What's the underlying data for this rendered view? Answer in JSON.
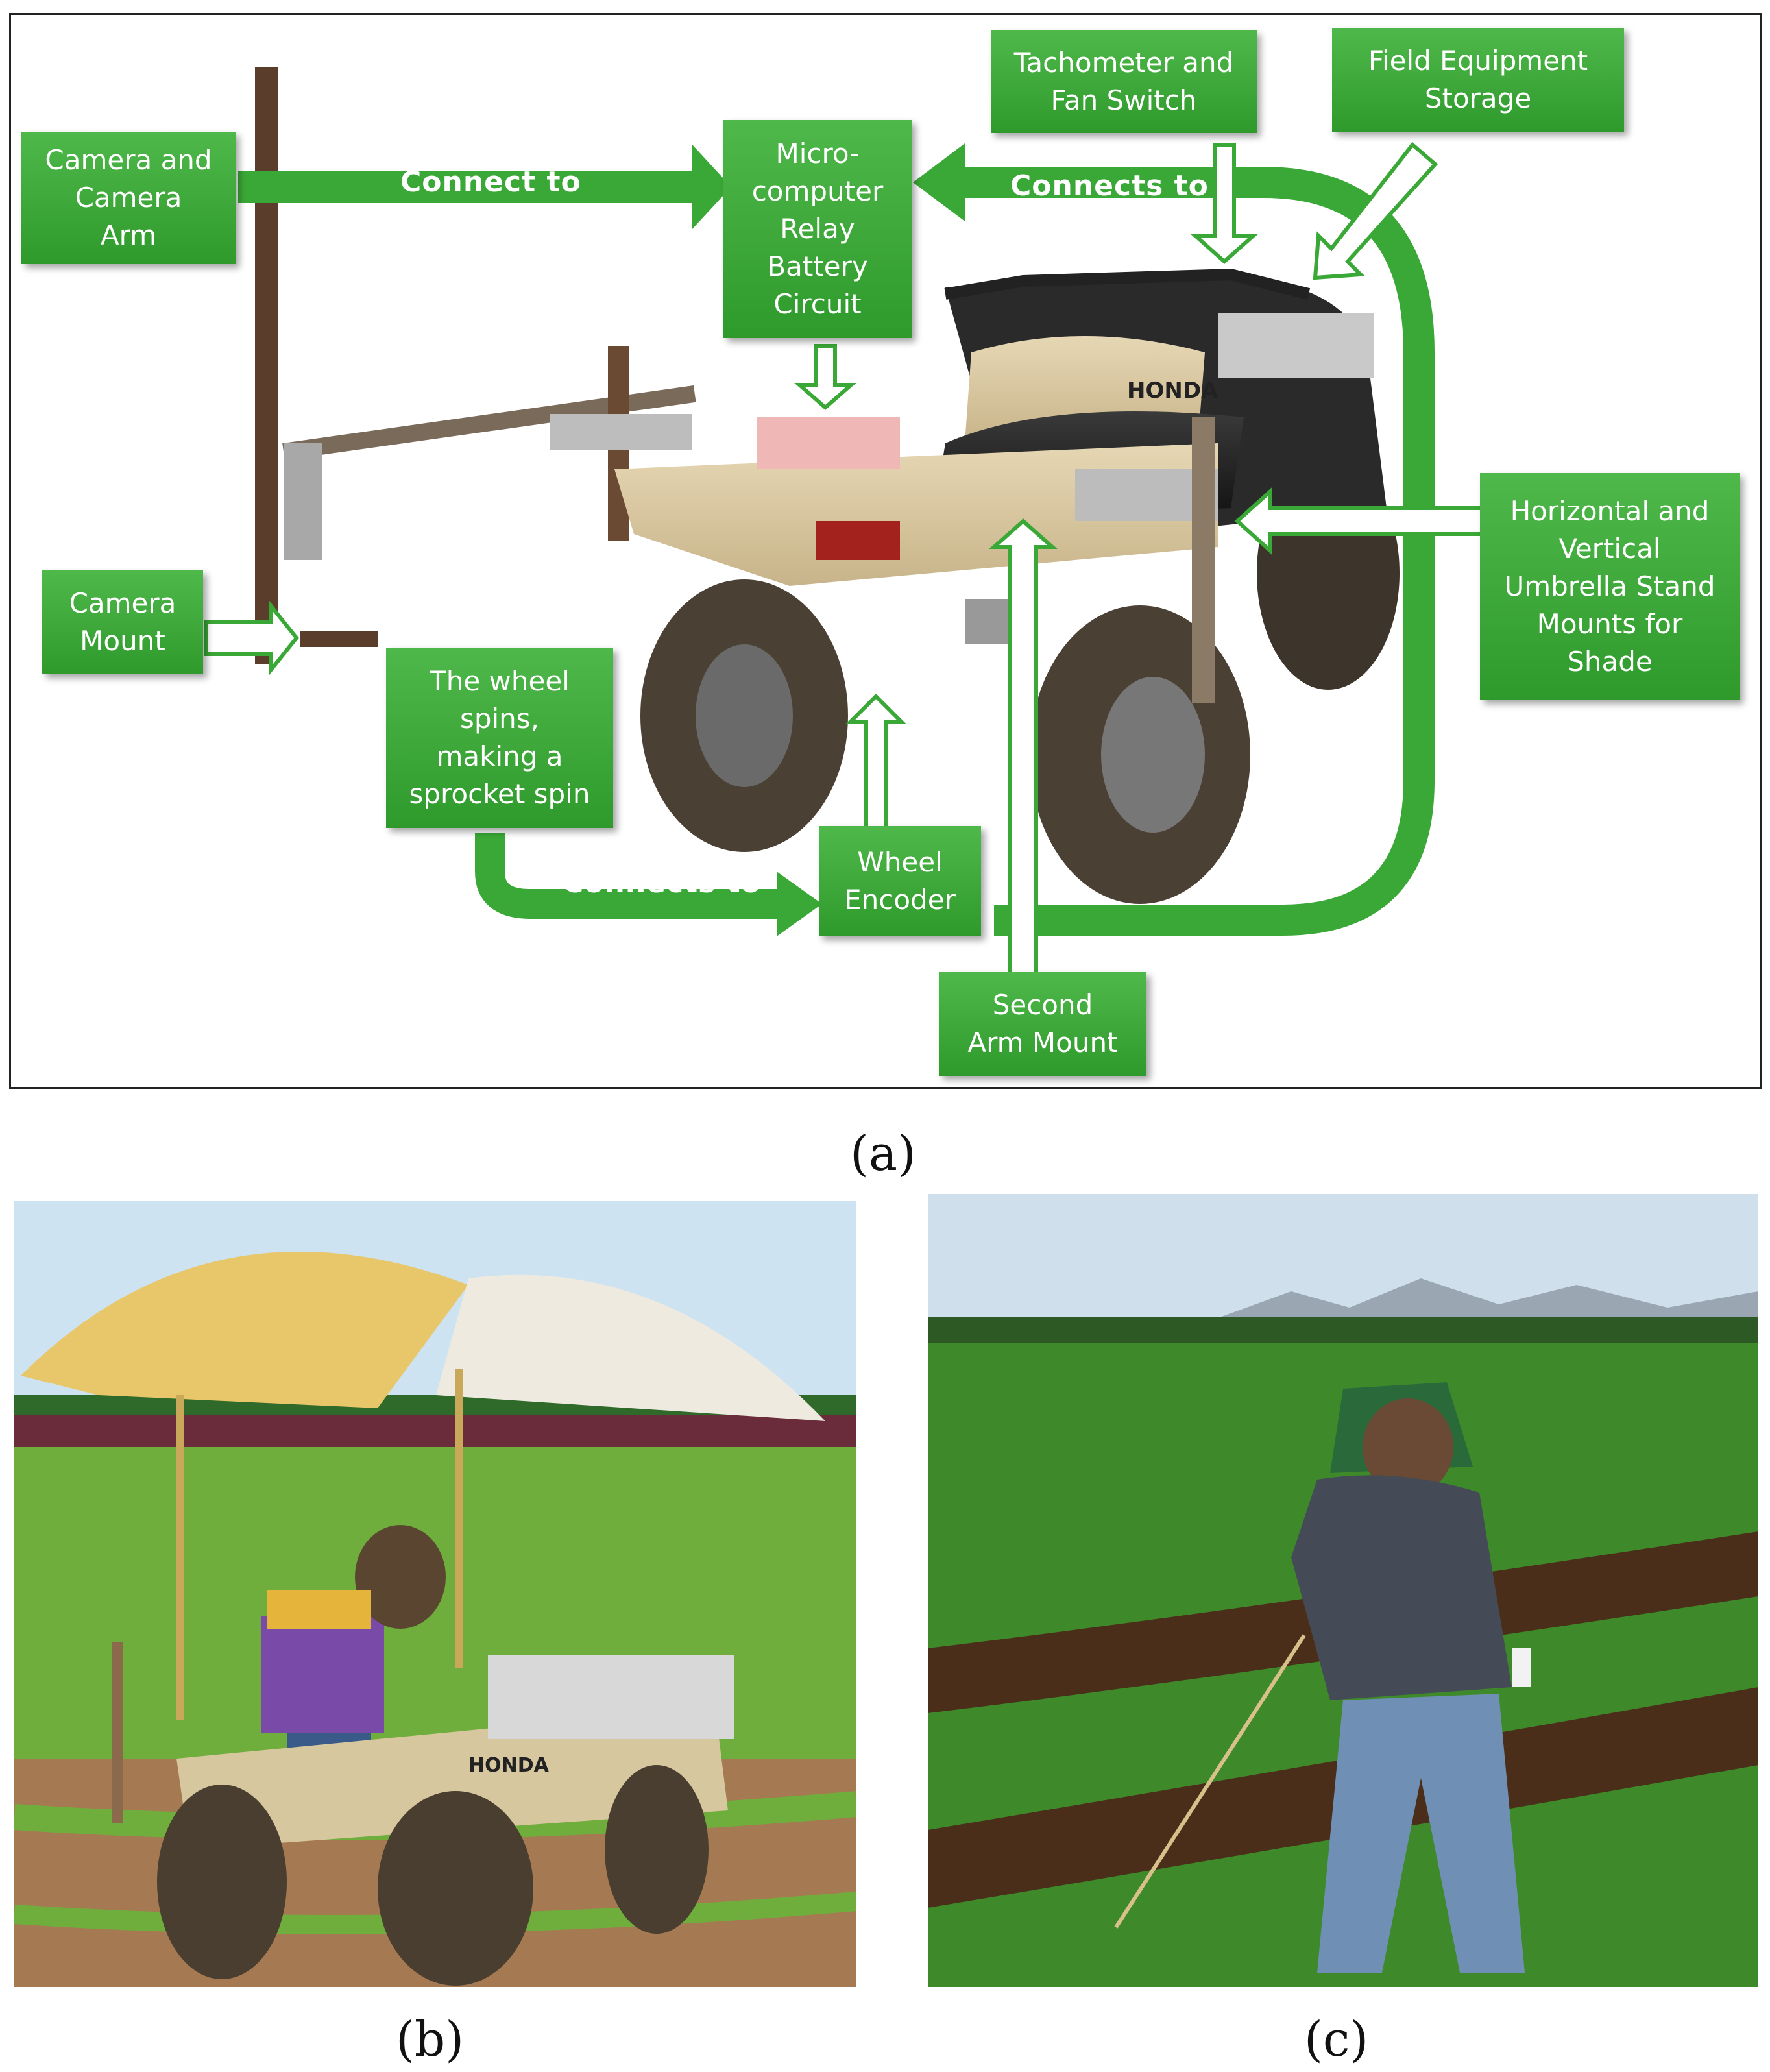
{
  "panel_a": {
    "boxes": {
      "camera_arm": "Camera and\nCamera\nArm",
      "microcomputer": "Micro-\ncomputer\nRelay\nBattery\nCircuit",
      "tachometer": "Tachometer and\nFan Switch",
      "field_storage": "Field Equipment\nStorage",
      "camera_mount": "Camera\nMount",
      "wheel_spins": "The wheel\nspins,\nmaking a\nsprocket spin",
      "umbrella_mounts": "Horizontal and\nVertical\nUmbrella Stand\nMounts for\nShade",
      "wheel_encoder": "Wheel\nEncoder",
      "second_arm": "Second\nArm Mount"
    },
    "arrow_labels": {
      "connect_to": "Connect to",
      "connects_to_top": "Connects to",
      "connects_to_bottom": "Connects to"
    },
    "atv_brand": "HONDA",
    "caption": "(a)"
  },
  "panel_b": {
    "caption": "(b)",
    "atv_brand": "HONDA"
  },
  "panel_c": {
    "caption": "(c)"
  },
  "colors": {
    "box_green": "#3aa836",
    "arrow_green": "#3aa836"
  }
}
